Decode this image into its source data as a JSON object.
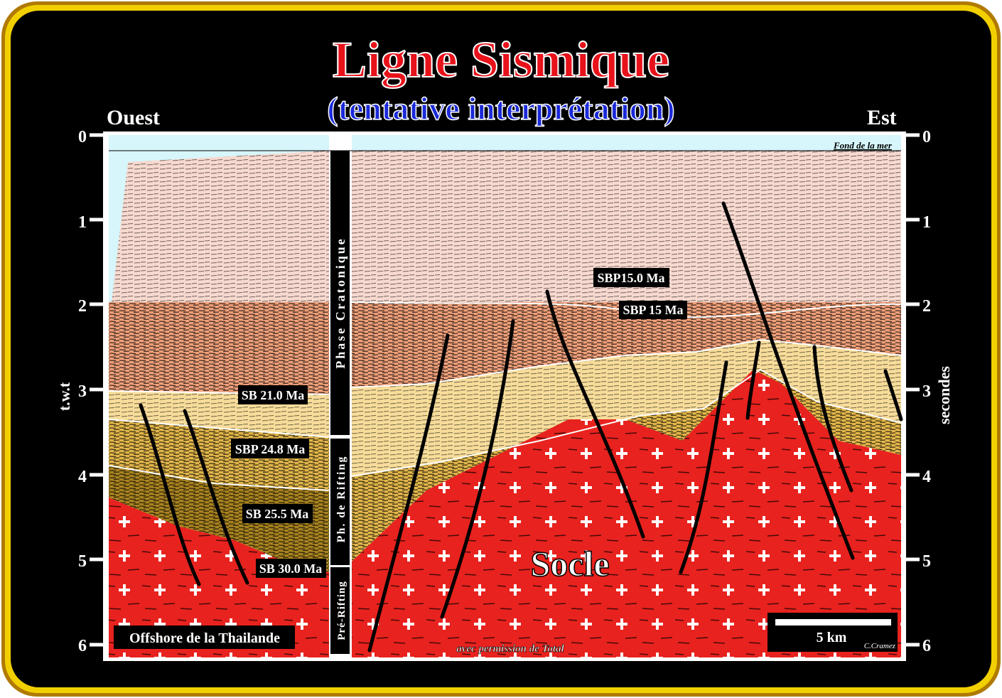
{
  "title": "Ligne Sismique",
  "subtitle": "(tentative interprétation)",
  "left_direction": "Ouest",
  "right_direction": "Est",
  "left_axis_label": "t.w.t",
  "right_axis_label": "secondes",
  "axis_ticks": [
    "0",
    "1",
    "2",
    "3",
    "4",
    "5",
    "6"
  ],
  "seafloor_label": "Fond de la mer",
  "phases": {
    "cratonic": "Phase Cratonique",
    "rifting": "Ph. de Rifting",
    "pre_rifting": "Pré-Rifting"
  },
  "horizons": {
    "sbp15_0": "SBP15.0 Ma",
    "sbp15": "SBP 15 Ma",
    "sb21": "SB 21.0 Ma",
    "sbp24_8": "SBP 24.8 Ma",
    "sb25_5": "SB 25.5 Ma",
    "sb30": "SB 30.0 Ma"
  },
  "basement_label": "Socle",
  "location_label": "Offshore de la Thailande",
  "scale_label": "5 km",
  "author": "C.Cramez",
  "credit": "avec permission de Total",
  "colors": {
    "frame_gold": "#e8c400",
    "background": "#000000",
    "title_red": "#e8121a",
    "subtitle_blue": "#1a2ad8",
    "sea": "#d6f6fb",
    "pink": "#f7d9cf",
    "salmon": "#f0a07a",
    "pale_yellow": "#f7dc9a",
    "gold": "#e2b64a",
    "brown": "#a98320",
    "basement_red": "#e8221e"
  }
}
